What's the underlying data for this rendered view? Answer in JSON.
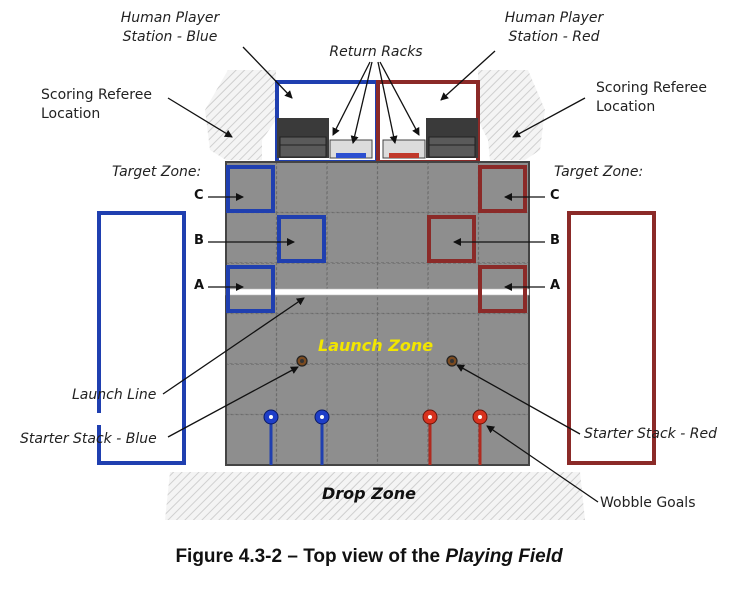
{
  "labels": {
    "human_player_blue": [
      "Human Player",
      "Station - Blue"
    ],
    "human_player_red": [
      "Human Player",
      "Station - Red"
    ],
    "return_racks": "Return Racks",
    "scoring_referee_left": [
      "Scoring Referee",
      "Location"
    ],
    "scoring_referee_right": [
      "Scoring Referee",
      "Location"
    ],
    "target_zone_left": "Target Zone:",
    "target_zone_right": "Target Zone:",
    "launch_zone": "Launch Zone",
    "launch_line": "Launch Line",
    "starter_stack_blue": "Starter Stack - Blue",
    "starter_stack_red": "Starter Stack - Red",
    "drop_zone": "Drop Zone",
    "wobble_goals": "Wobble Goals"
  },
  "zone_letters": {
    "c": "C",
    "b": "B",
    "a": "A"
  },
  "caption": {
    "prefix": "Figure 4.3-2 – Top view of the ",
    "emphasis": "Playing Field"
  },
  "colors": {
    "blue_alliance": "#1f3fb0",
    "red_alliance": "#8b2a28",
    "field_tile": "#8c8c8c",
    "field_edge": "#555555",
    "launch_zone_text": "#f2e600",
    "hatch": "#c9c9c9",
    "wobble_blue": "#1e3ec8",
    "wobble_red": "#d8321e"
  }
}
